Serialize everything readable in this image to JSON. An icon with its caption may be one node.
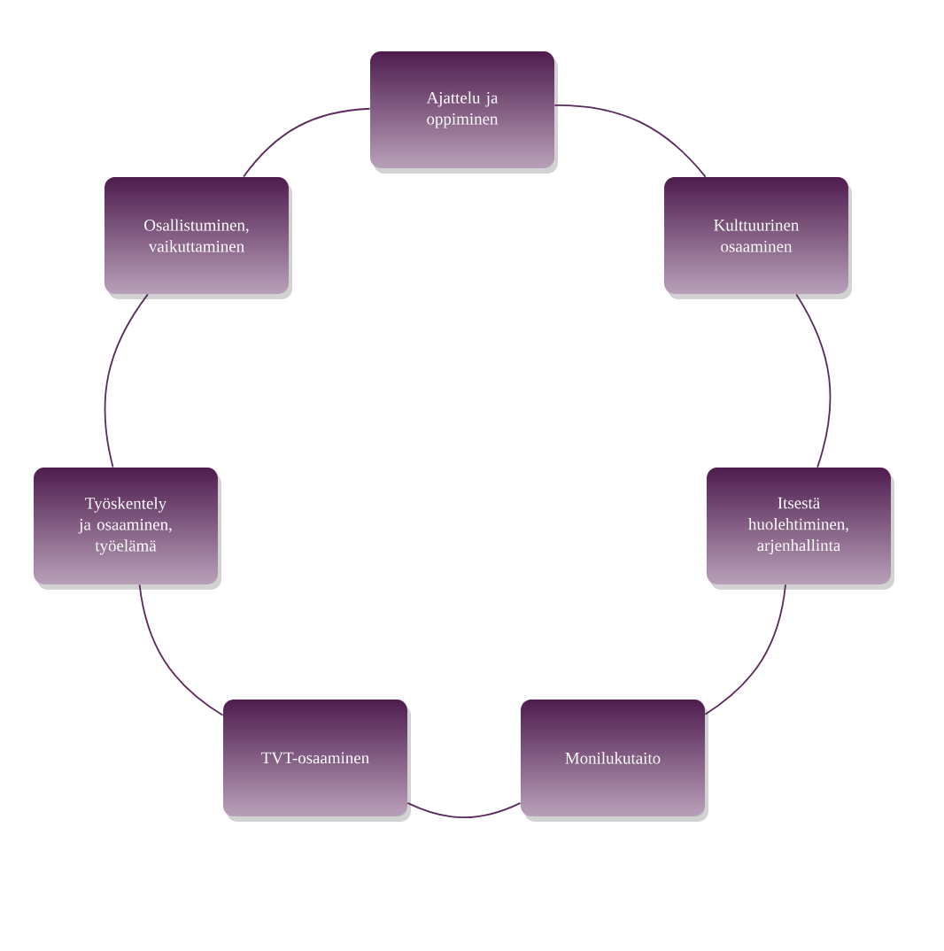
{
  "diagram": {
    "nodes": [
      {
        "text": [
          "Ajattelu ja oppiminen"
        ]
      },
      {
        "text": [
          "Kulttuurinen osaaminen"
        ]
      },
      {
        "text": [
          "Itsestä huolehtiminen, arjenhallinta"
        ]
      },
      {
        "text": [
          "Monilukutaito"
        ]
      },
      {
        "text": [
          "TVT-osaaminen"
        ]
      },
      {
        "text": [
          "Työskentely ja osaaminen, työelämä"
        ]
      },
      {
        "text": [
          "Osallistuminen, vaikuttaminen"
        ]
      }
    ],
    "edges": [
      {
        "from": 0,
        "to": 1,
        "arrow": "none"
      },
      {
        "from": 1,
        "to": 2,
        "arrow": "none"
      },
      {
        "from": 2,
        "to": 3,
        "arrow": "none"
      },
      {
        "from": 3,
        "to": 4,
        "arrow": "none"
      },
      {
        "from": 4,
        "to": 5,
        "arrow": "none"
      },
      {
        "from": 5,
        "to": 6,
        "arrow": "none"
      },
      {
        "from": 6,
        "to": 0,
        "arrow": "none"
      }
    ]
  }
}
